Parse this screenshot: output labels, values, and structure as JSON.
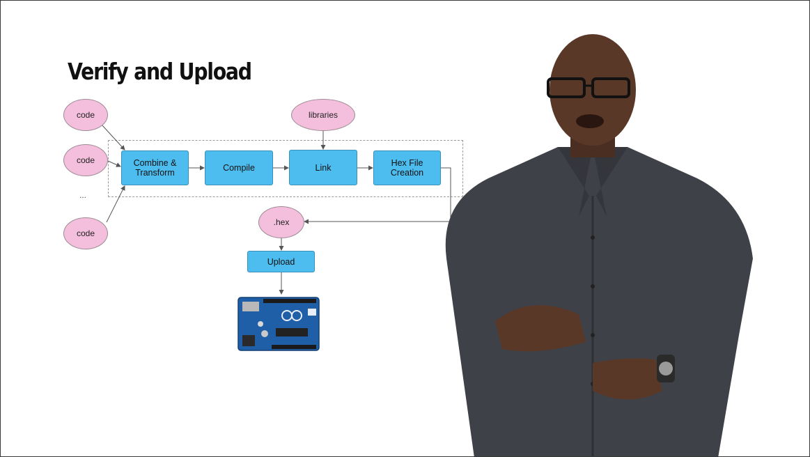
{
  "slide": {
    "title": "Verify and Upload"
  },
  "diagram": {
    "inputs": [
      "code",
      "code",
      "code"
    ],
    "input_ellipsis": "...",
    "libraries": "libraries",
    "steps": [
      {
        "line1": "Combine &",
        "line2": "Transform"
      },
      {
        "line1": "Compile",
        "line2": ""
      },
      {
        "line1": "Link",
        "line2": ""
      },
      {
        "line1": "Hex File",
        "line2": "Creation"
      }
    ],
    "hex_output": ".hex",
    "upload": "Upload"
  },
  "colors": {
    "ellipse_fill": "#f4bfdc",
    "box_fill": "#4dbcee",
    "presenter_shirt": "#3f4148"
  },
  "icons": {
    "board": "arduino-uno-board"
  }
}
